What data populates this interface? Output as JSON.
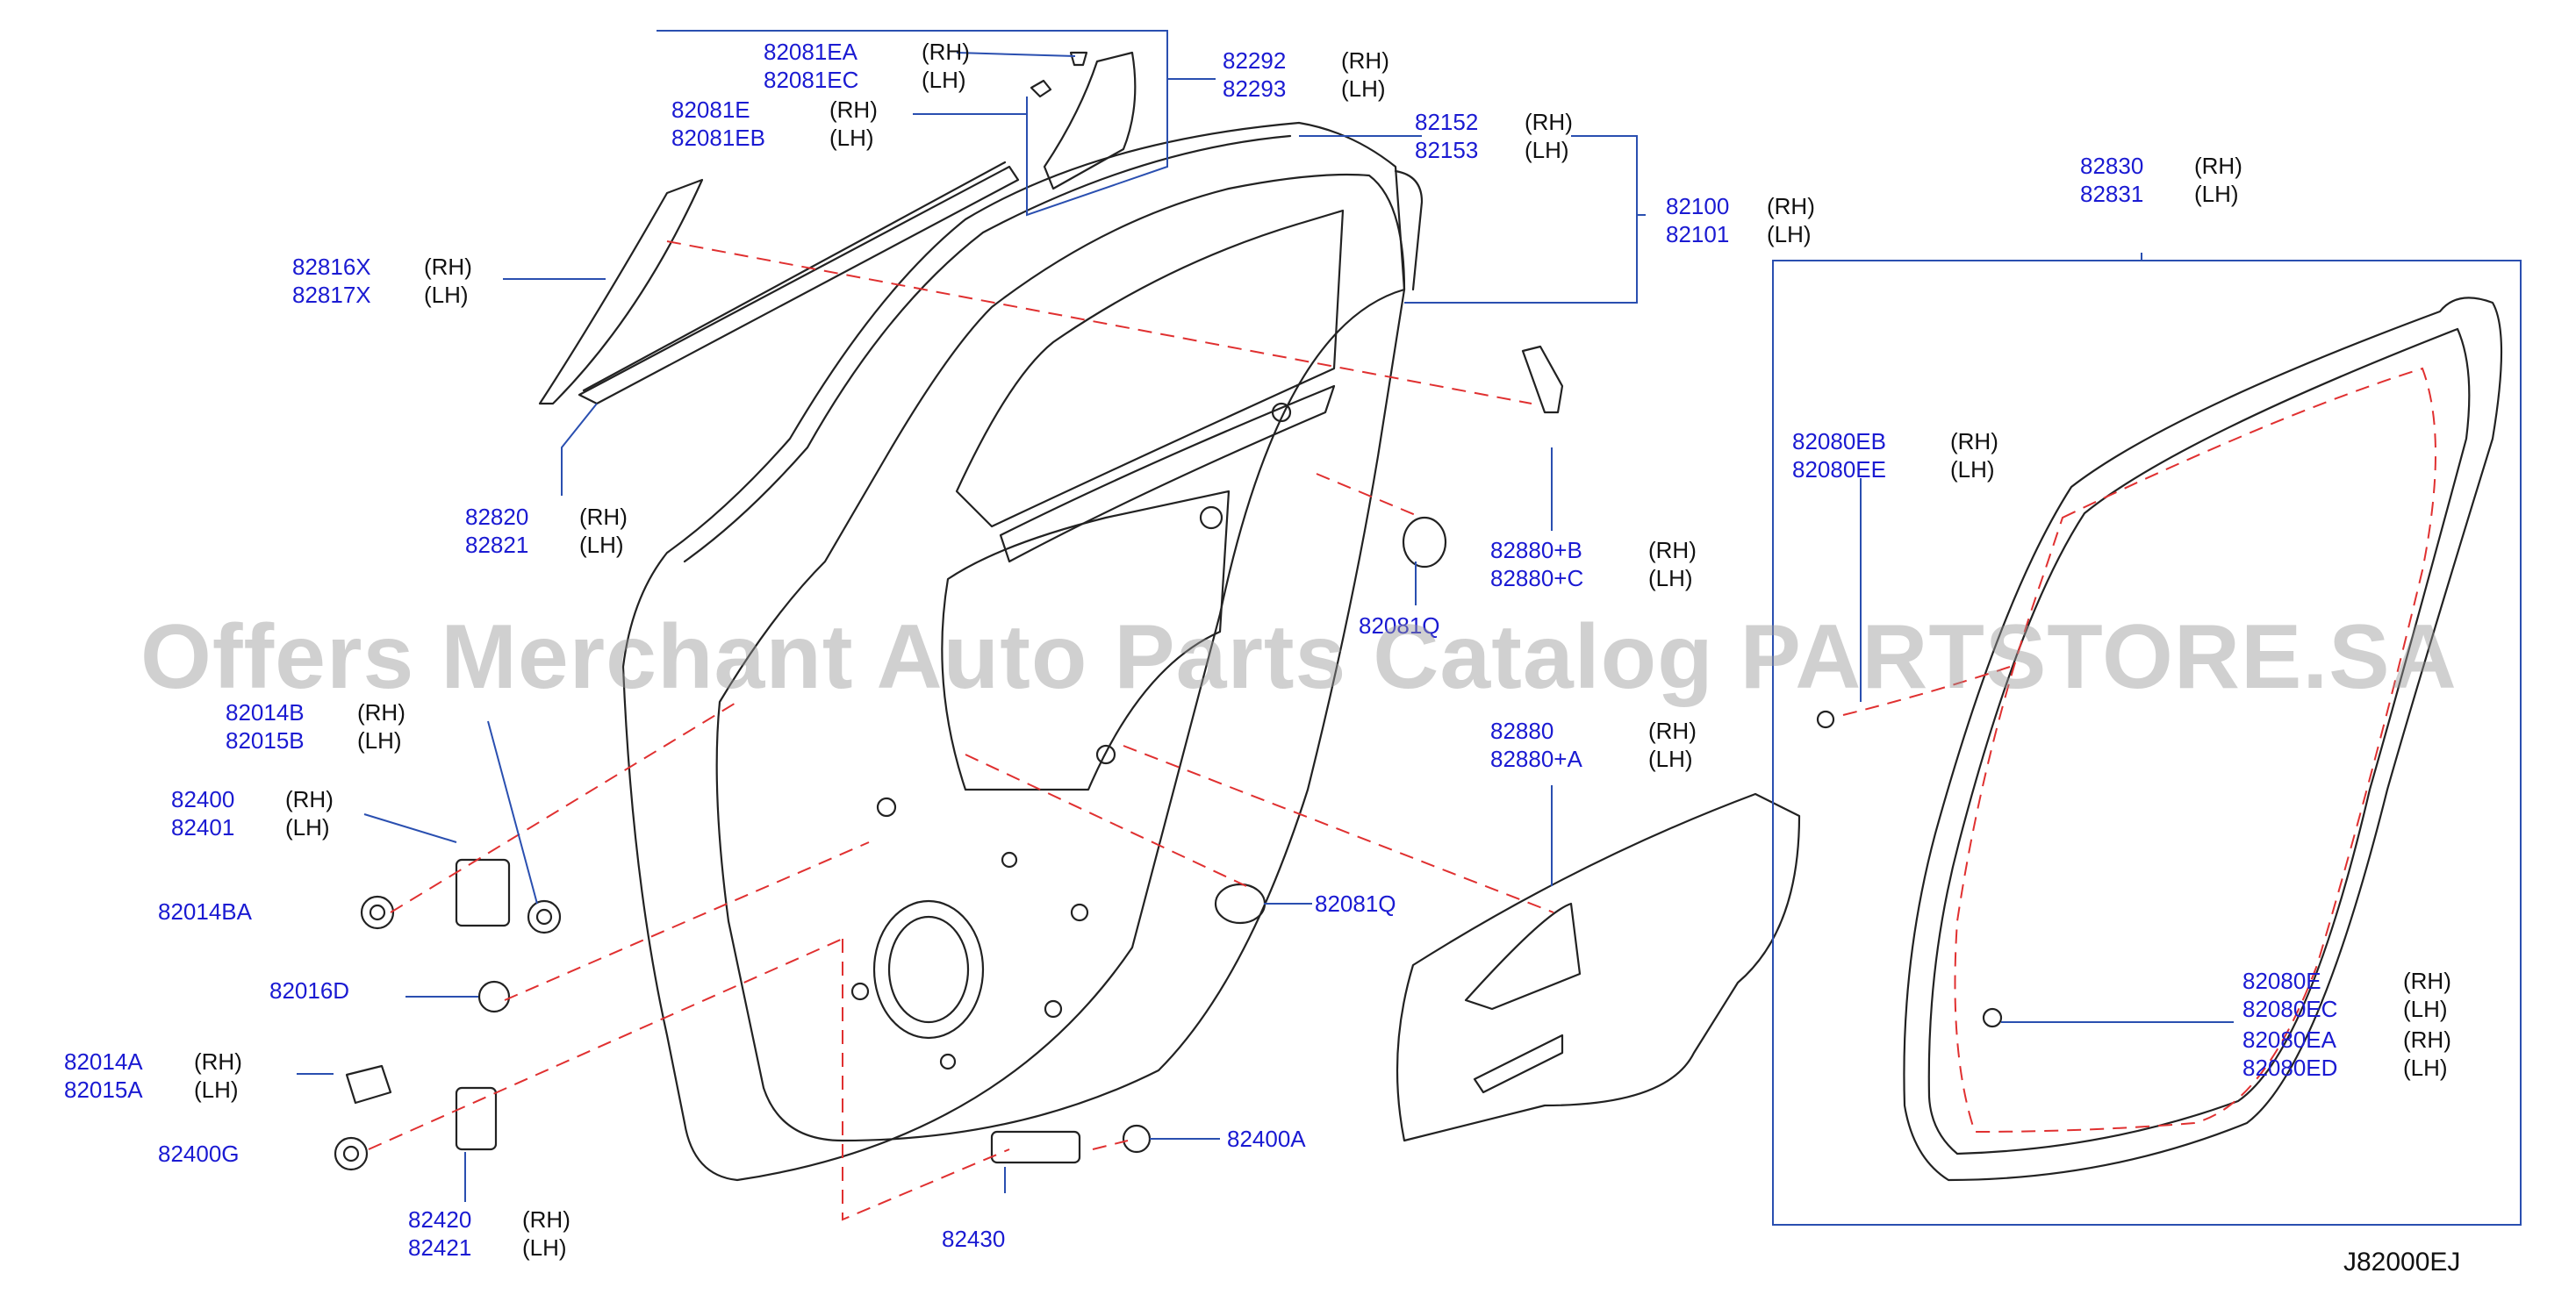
{
  "colors": {
    "part_number": "#1a1ad2",
    "side_text": "#111111",
    "leader": "#2a4fb0",
    "dash": "#e03030",
    "outline": "#222222"
  },
  "watermark": "Offers Merchant Auto Parts Catalog PARTSTORE.SA",
  "diagram_code": "J82000EJ",
  "callouts": [
    {
      "id": "c1",
      "pn": "82081EA",
      "side": "(RH)"
    },
    {
      "id": "c2",
      "pn": "82081EC",
      "side": "(LH)"
    },
    {
      "id": "c3",
      "pn": "82081E",
      "side": "(RH)"
    },
    {
      "id": "c4",
      "pn": "82081EB",
      "side": "(LH)"
    },
    {
      "id": "c5",
      "pn": "82292",
      "side": "(RH)"
    },
    {
      "id": "c6",
      "pn": "82293",
      "side": "(LH)"
    },
    {
      "id": "c7",
      "pn": "82152",
      "side": "(RH)"
    },
    {
      "id": "c8",
      "pn": "82153",
      "side": "(LH)"
    },
    {
      "id": "c9",
      "pn": "82100",
      "side": "(RH)"
    },
    {
      "id": "c10",
      "pn": "82101",
      "side": "(LH)"
    },
    {
      "id": "c11",
      "pn": "82830",
      "side": "(RH)"
    },
    {
      "id": "c12",
      "pn": "82831",
      "side": "(LH)"
    },
    {
      "id": "c13",
      "pn": "82816X",
      "side": "(RH)"
    },
    {
      "id": "c14",
      "pn": "82817X",
      "side": "(LH)"
    },
    {
      "id": "c15",
      "pn": "82820",
      "side": "(RH)"
    },
    {
      "id": "c16",
      "pn": "82821",
      "side": "(LH)"
    },
    {
      "id": "c17",
      "pn": "82880+B",
      "side": "(RH)"
    },
    {
      "id": "c18",
      "pn": "82880+C",
      "side": "(LH)"
    },
    {
      "id": "c19",
      "pn": "82081Q",
      "side": ""
    },
    {
      "id": "c20",
      "pn": "82080EB",
      "side": "(RH)"
    },
    {
      "id": "c21",
      "pn": "82080EE",
      "side": "(LH)"
    },
    {
      "id": "c22",
      "pn": "82014B",
      "side": "(RH)"
    },
    {
      "id": "c23",
      "pn": "82015B",
      "side": "(LH)"
    },
    {
      "id": "c24",
      "pn": "82400",
      "side": "(RH)"
    },
    {
      "id": "c25",
      "pn": "82401",
      "side": "(LH)"
    },
    {
      "id": "c26",
      "pn": "82014BA",
      "side": ""
    },
    {
      "id": "c27",
      "pn": "82016D",
      "side": ""
    },
    {
      "id": "c28",
      "pn": "82014A",
      "side": "(RH)"
    },
    {
      "id": "c29",
      "pn": "82015A",
      "side": "(LH)"
    },
    {
      "id": "c30",
      "pn": "82400G",
      "side": ""
    },
    {
      "id": "c31",
      "pn": "82420",
      "side": "(RH)"
    },
    {
      "id": "c32",
      "pn": "82421",
      "side": "(LH)"
    },
    {
      "id": "c33",
      "pn": "82430",
      "side": ""
    },
    {
      "id": "c34",
      "pn": "82400A",
      "side": ""
    },
    {
      "id": "c35",
      "pn": "82081Q",
      "side": ""
    },
    {
      "id": "c36",
      "pn": "82880",
      "side": "(RH)"
    },
    {
      "id": "c37",
      "pn": "82880+A",
      "side": "(LH)"
    },
    {
      "id": "c38",
      "pn": "82080E",
      "side": "(RH)"
    },
    {
      "id": "c39",
      "pn": "82080EC",
      "side": "(LH)"
    },
    {
      "id": "c40",
      "pn": "82080EA",
      "side": "(RH)"
    },
    {
      "id": "c41",
      "pn": "82080ED",
      "side": "(LH)"
    }
  ]
}
